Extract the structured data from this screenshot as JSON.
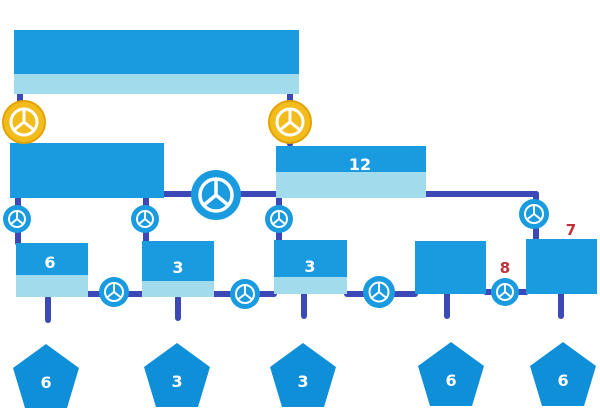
{
  "colors": {
    "tank_fill": "#1a9be0",
    "tank_water": "#a2dbeb",
    "pipe": "#3b48b6",
    "valve_blue": "#1a9be0",
    "valve_yellow": "#f2bd1c",
    "sink": "#0f8fd8",
    "value_white": "#ffffff",
    "value_red": "#c0303a"
  },
  "tanks": [
    {
      "id": "top",
      "label": ""
    },
    {
      "id": "mid-left",
      "label": ""
    },
    {
      "id": "mid-right",
      "label": "12"
    },
    {
      "id": "low-1",
      "label": "6"
    },
    {
      "id": "low-2",
      "label": "3"
    },
    {
      "id": "low-3",
      "label": "3"
    },
    {
      "id": "low-4",
      "label": ""
    },
    {
      "id": "low-5",
      "label": ""
    }
  ],
  "floating_labels": [
    {
      "id": "low-5-capacity",
      "label": "7"
    },
    {
      "id": "valve-8-label",
      "label": "8"
    }
  ],
  "valves": [
    {
      "id": "v-top-left",
      "style": "yellow",
      "icon": "peace-wheel-icon"
    },
    {
      "id": "v-top-right",
      "style": "yellow",
      "icon": "peace-wheel-icon"
    },
    {
      "id": "v-mid-big",
      "style": "blue",
      "icon": "peace-wheel-icon"
    },
    {
      "id": "v-drop-1",
      "style": "blue",
      "icon": "peace-wheel-icon"
    },
    {
      "id": "v-drop-2",
      "style": "blue",
      "icon": "peace-wheel-icon"
    },
    {
      "id": "v-drop-3",
      "style": "blue",
      "icon": "peace-wheel-icon"
    },
    {
      "id": "v-drop-5",
      "style": "blue",
      "icon": "peace-wheel-icon"
    },
    {
      "id": "v-low-12",
      "style": "blue",
      "icon": "peace-wheel-icon"
    },
    {
      "id": "v-low-23",
      "style": "blue",
      "icon": "peace-wheel-icon"
    },
    {
      "id": "v-low-34",
      "style": "blue",
      "icon": "peace-wheel-icon"
    },
    {
      "id": "v-low-45",
      "style": "blue",
      "icon": "peace-wheel-icon"
    }
  ],
  "sinks": [
    {
      "id": "sink-1",
      "label": "6"
    },
    {
      "id": "sink-2",
      "label": "3"
    },
    {
      "id": "sink-3",
      "label": "3"
    },
    {
      "id": "sink-4",
      "label": "6"
    },
    {
      "id": "sink-5",
      "label": "6"
    }
  ]
}
